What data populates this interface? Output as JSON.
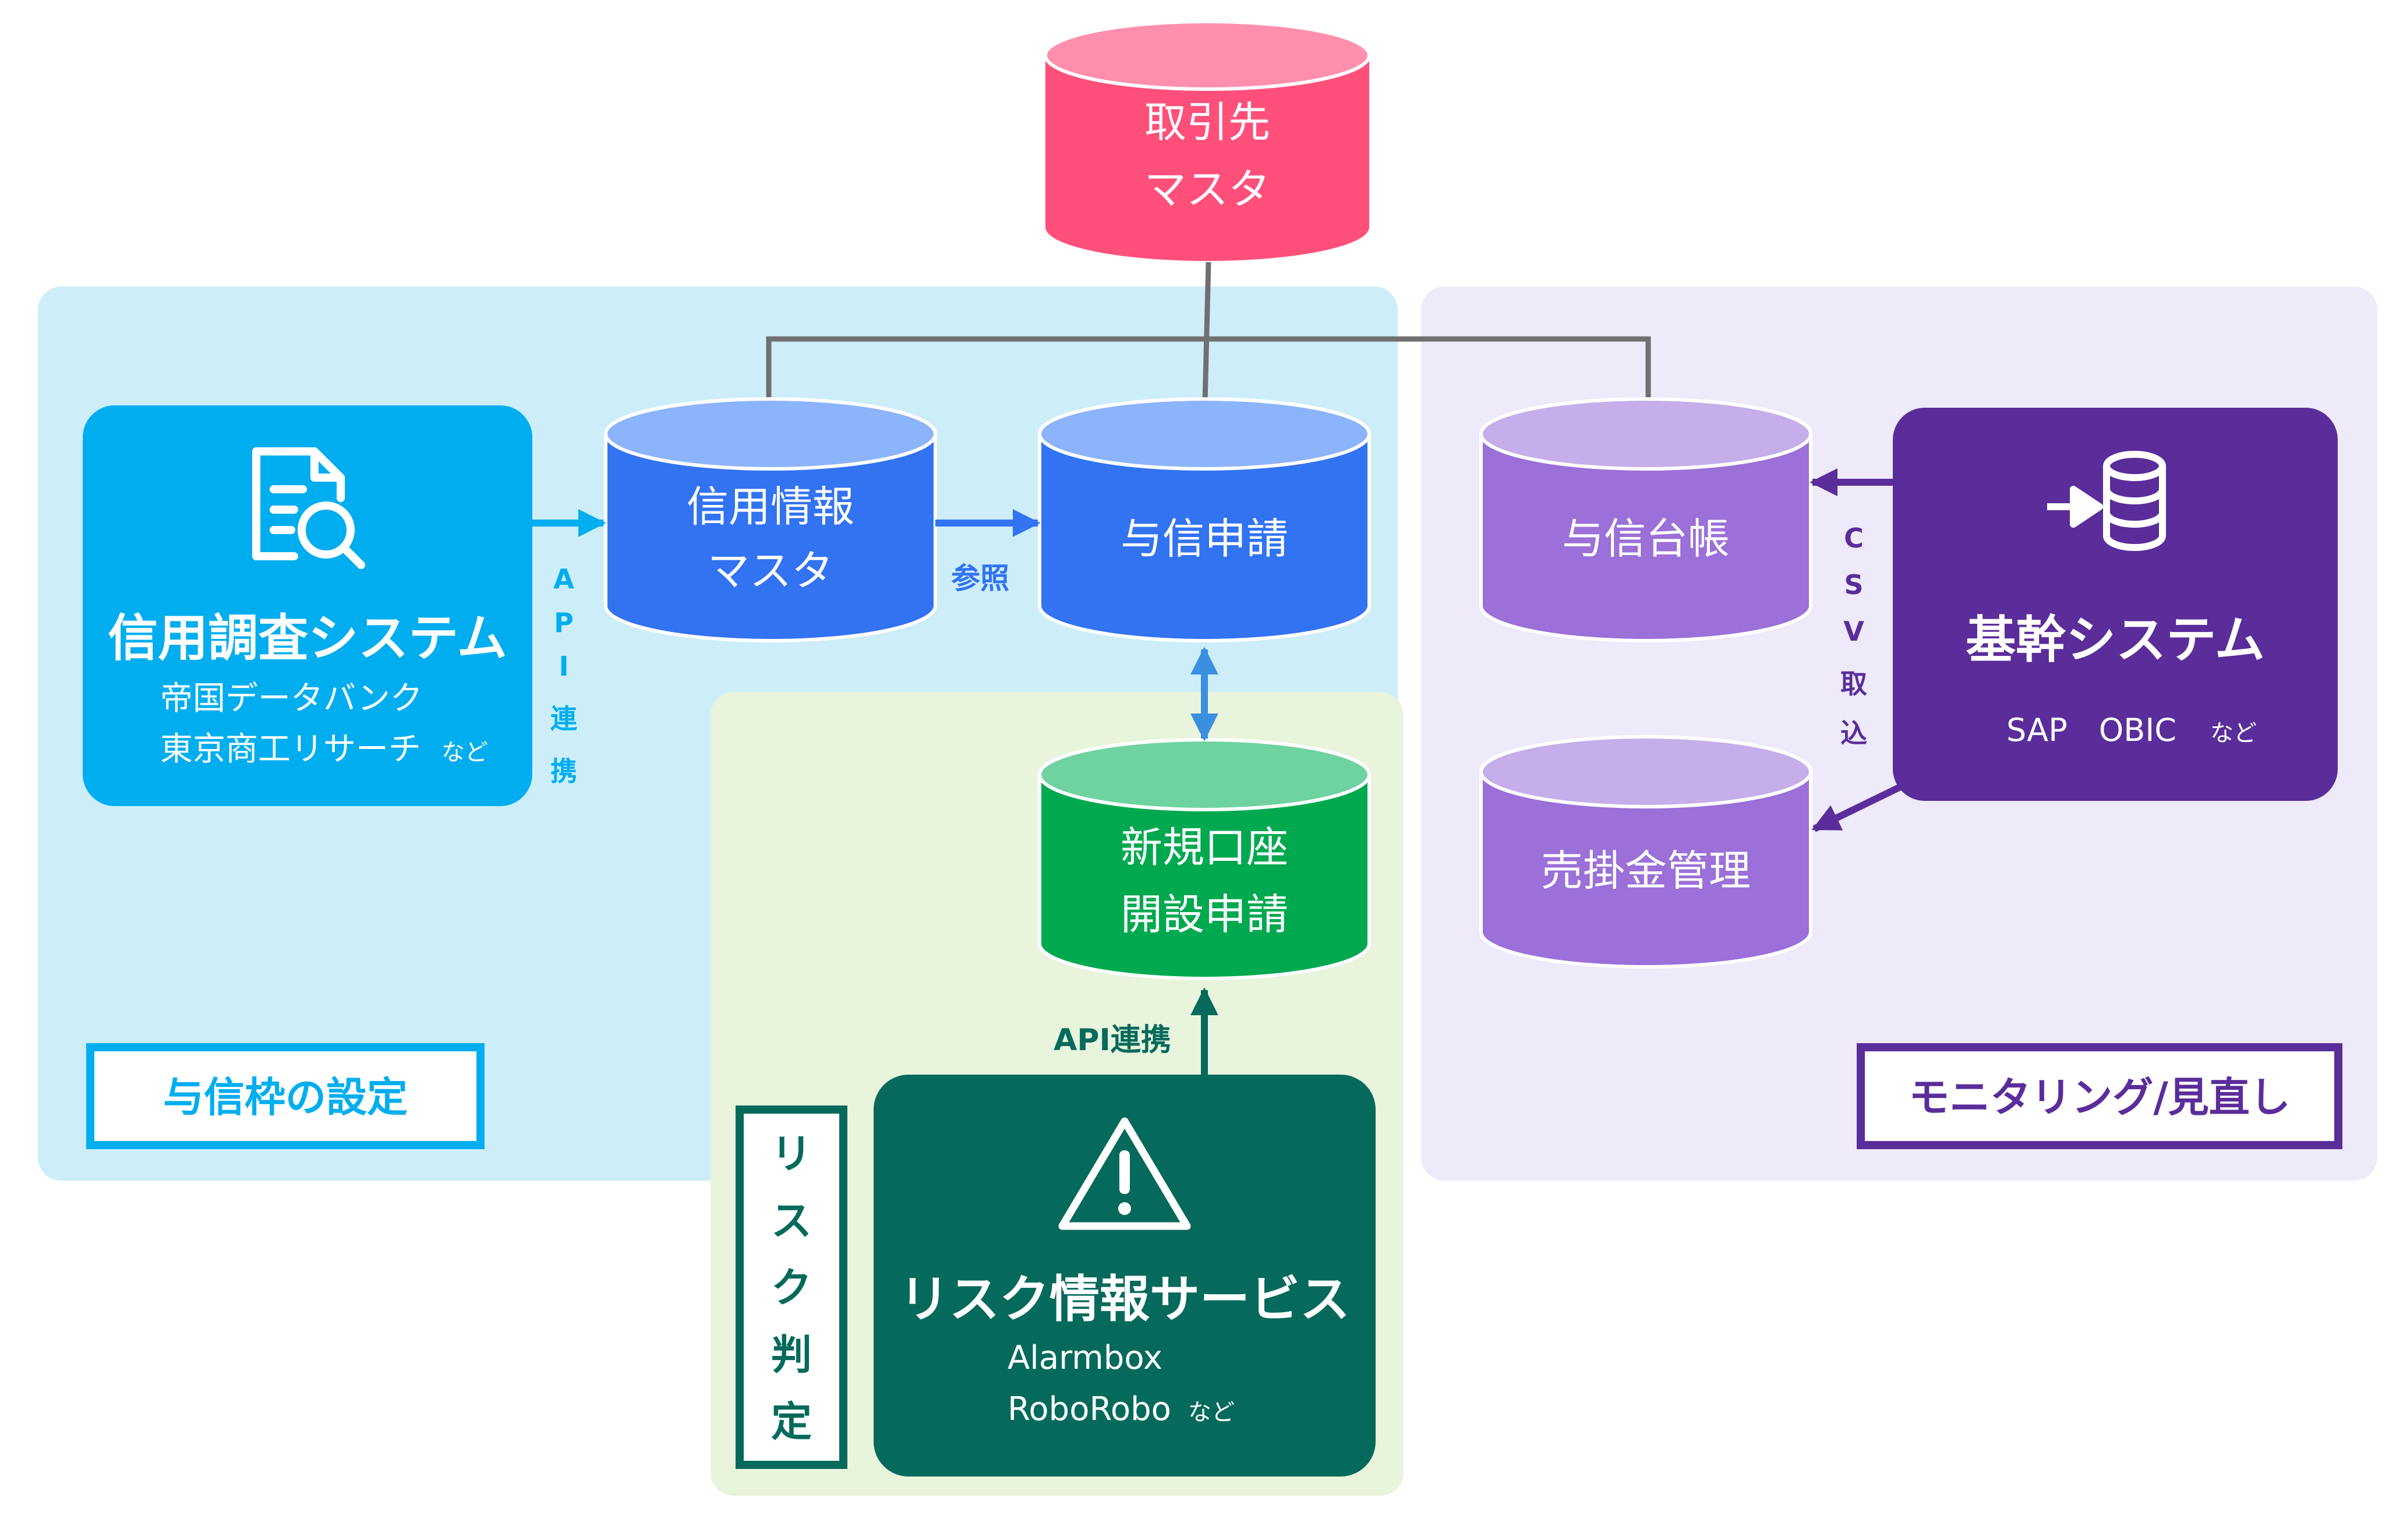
{
  "colors": {
    "zone_blue": "#cdeef9",
    "zone_green": "#e8f4dc",
    "zone_purple": "#eeeaf9",
    "pink_db": "#ff4f7a",
    "pink_db_top": "#ff8fac",
    "blue_db": "#3273f2",
    "blue_db_top": "#8cb4fb",
    "green_db": "#00a94f",
    "green_db_top": "#6ed3a0",
    "purple_db": "#9b70d9",
    "purple_db_top": "#c5aee9",
    "cyan_box": "#00aeef",
    "darkgreen_box": "#056a5b",
    "purple_box": "#5a2d9a"
  },
  "cylinders": {
    "torihikisaki": {
      "line1": "取引先",
      "line2": "マスタ"
    },
    "shinyo_joho": {
      "line1": "信用情報",
      "line2": "マスタ"
    },
    "yoshin_shinsei": {
      "line1": "与信申請"
    },
    "shinki_koza": {
      "line1": "新規口座",
      "line2": "開設申請"
    },
    "yoshin_daicho": {
      "line1": "与信台帳"
    },
    "urikakekin": {
      "line1": "売掛金管理"
    }
  },
  "systems": {
    "credit_research": {
      "icon": "document-search-icon",
      "title": "信用調査システム",
      "sub1": "帝国データバンク",
      "sub2": "東京商工リサーチ",
      "sub2_suffix": "など"
    },
    "risk_service": {
      "icon": "warning-icon",
      "title": "リスク情報サービス",
      "sub1": "Alarmbox",
      "sub2": "RoboRobo",
      "sub2_suffix": "など"
    },
    "core_system": {
      "icon": "database-import-icon",
      "title": "基幹システム",
      "sub1": "SAP　OBIC",
      "sub1_suffix": "など"
    }
  },
  "connectors": {
    "api_vertical": [
      "A",
      "P",
      "I",
      "連",
      "携"
    ],
    "reference": "参照",
    "api_horizontal": "API連携",
    "csv_vertical": [
      "C",
      "S",
      "V",
      "取",
      "込"
    ]
  },
  "zone_labels": {
    "blue": "与信枠の設定",
    "green_vertical": [
      "リ",
      "ス",
      "ク",
      "判",
      "定"
    ],
    "purple": "モニタリング/見直し"
  }
}
